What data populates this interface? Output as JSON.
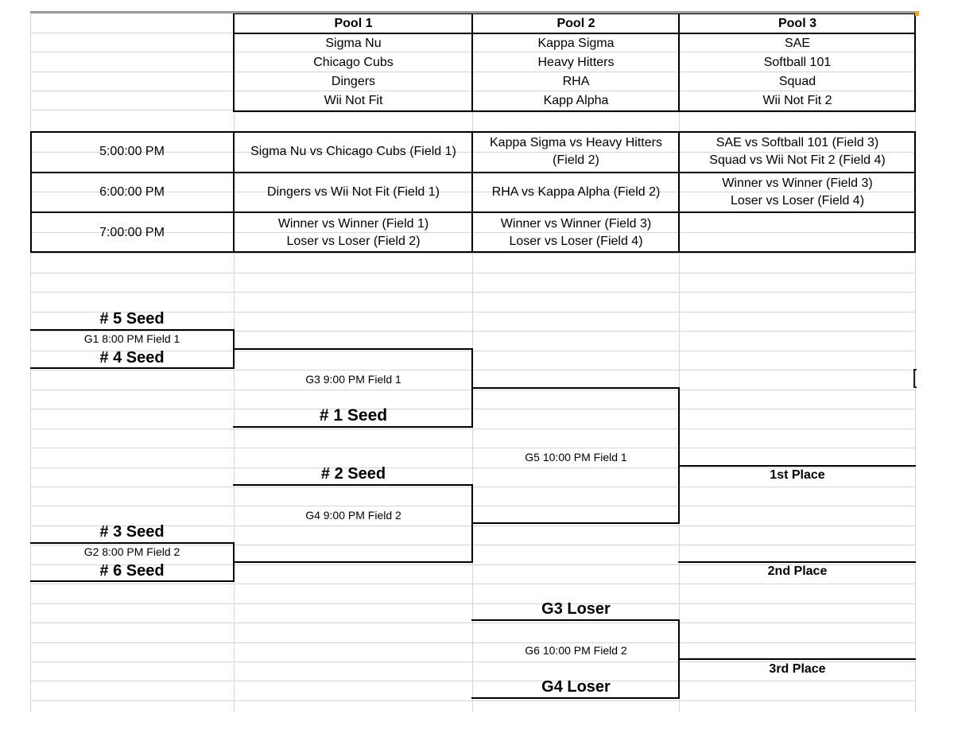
{
  "pools": {
    "headers": [
      "Pool 1",
      "Pool 2",
      "Pool 3"
    ],
    "pool1": [
      "Sigma Nu",
      "Chicago Cubs",
      "Dingers",
      "Wii Not Fit"
    ],
    "pool2": [
      "Kappa Sigma",
      "Heavy Hitters",
      "RHA",
      "Kapp Alpha"
    ],
    "pool3": [
      "SAE",
      "Softball 101",
      "Squad",
      "Wii Not Fit 2"
    ]
  },
  "schedule": [
    {
      "time": "5:00:00 PM",
      "pool1": [
        "Sigma Nu vs Chicago Cubs (Field 1)"
      ],
      "pool2": [
        "Kappa Sigma vs Heavy Hitters",
        "(Field 2)"
      ],
      "pool3": [
        "SAE vs Softball 101 (Field 3)",
        "Squad vs Wii Not Fit 2 (Field 4)"
      ]
    },
    {
      "time": "6:00:00 PM",
      "pool1": [
        "Dingers vs Wii Not Fit (Field 1)"
      ],
      "pool2": [
        "RHA vs Kappa Alpha (Field 2)"
      ],
      "pool3": [
        "Winner vs Winner (Field 3)",
        "Loser vs Loser (Field 4)"
      ]
    },
    {
      "time": "7:00:00 PM",
      "pool1": [
        "Winner vs Winner  (Field 1)",
        "Loser vs Loser (Field 2)"
      ],
      "pool2": [
        "Winner vs Winner (Field 3)",
        "Loser vs Loser (Field 4)"
      ],
      "pool3": []
    }
  ],
  "bracket": {
    "seed5": "# 5 Seed",
    "g1": "G1 8:00 PM Field 1",
    "seed4": "# 4 Seed",
    "g3": "G3 9:00 PM Field 1",
    "seed1": "# 1 Seed",
    "g5": "G5 10:00 PM Field 1",
    "first": "1st Place",
    "seed2": "# 2 Seed",
    "g4": "G4 9:00 PM Field 2",
    "seed3": "# 3 Seed",
    "g2": "G2 8:00 PM Field 2",
    "seed6": "# 6 Seed",
    "second": "2nd Place",
    "g3loser": "G3 Loser",
    "g6": "G6 10:00 PM Field 2",
    "third": "3rd Place",
    "g4loser": "G4 Loser"
  },
  "colors": {
    "grid": "#d4d4d4",
    "border": "#000000",
    "marker": "#e8a32a"
  }
}
